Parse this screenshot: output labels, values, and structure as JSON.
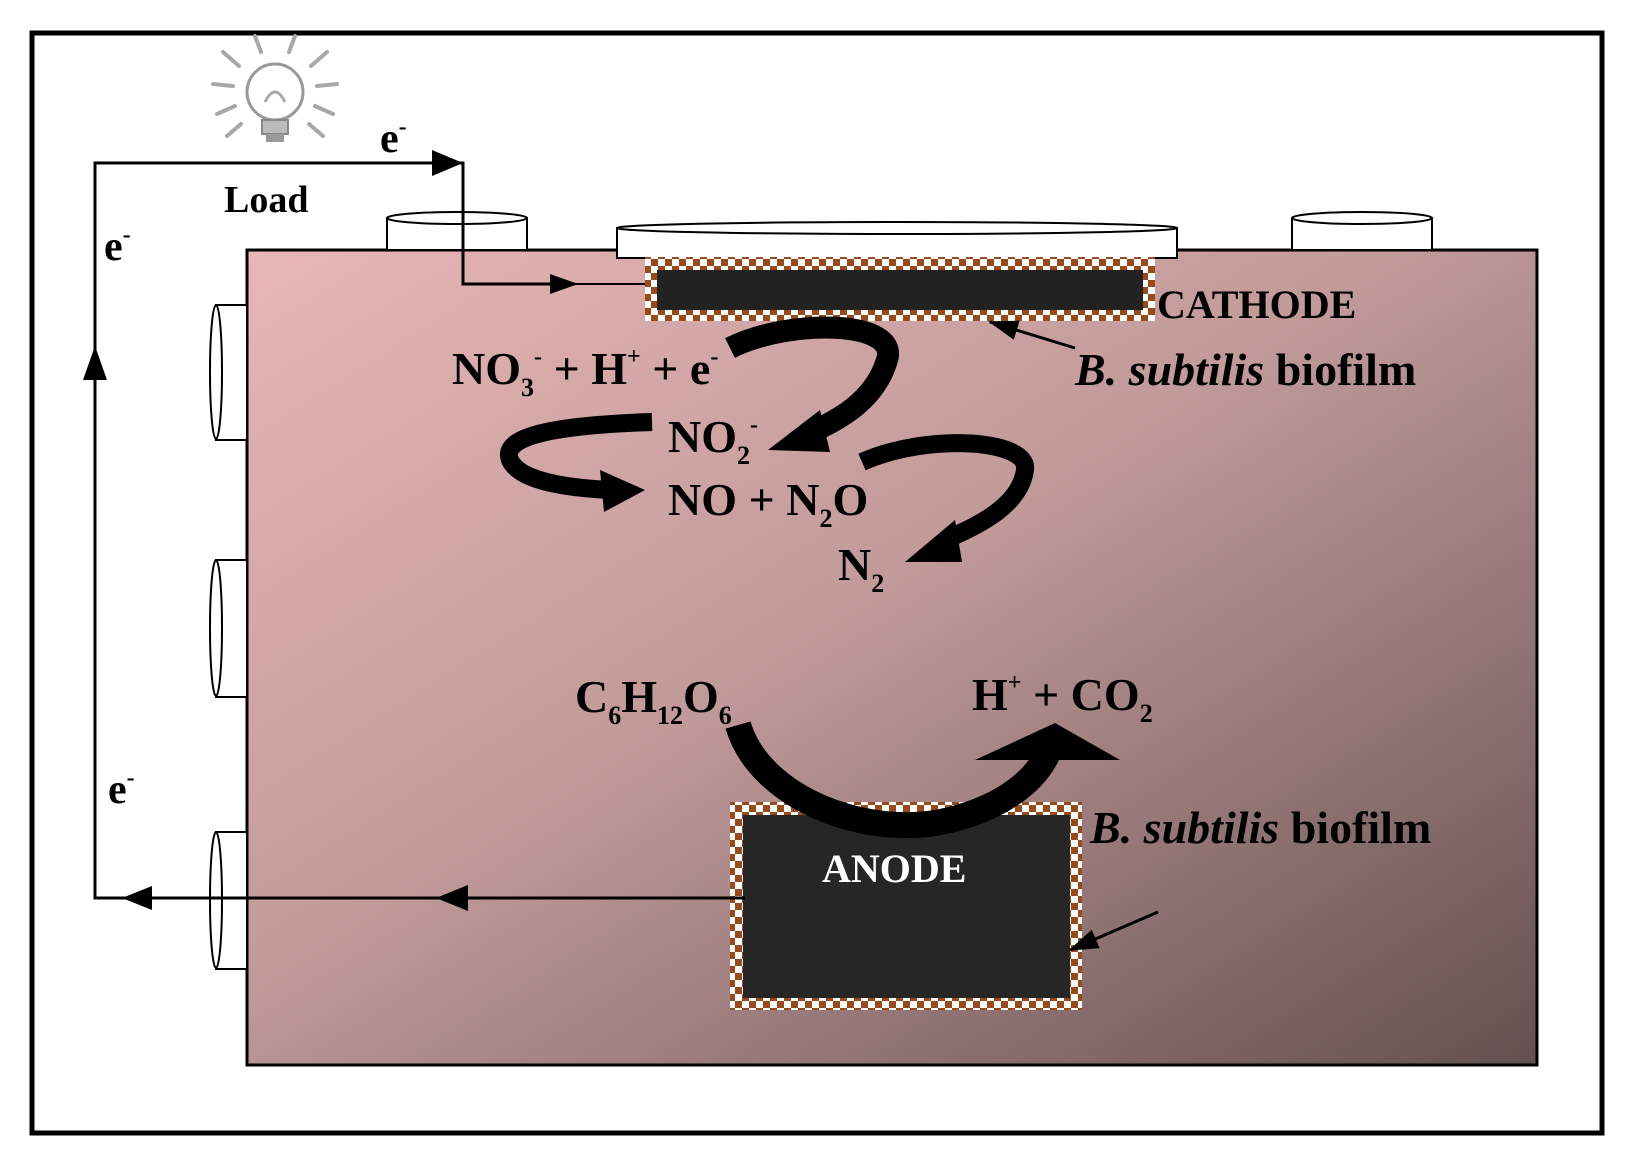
{
  "labels": {
    "load": "Load",
    "electron_base": "e",
    "electron_sup": "-",
    "cathode": "CATHODE",
    "anode": "ANODE",
    "biofilm_species": "B. subtilis",
    "biofilm_word": "biofilm"
  },
  "cathode_reactions": {
    "r1_no": "NO",
    "r1_3": "3",
    "r1_minus": "-",
    "r1_plus": " + H",
    "r1_hplus": "+",
    "r1_e": " + e",
    "r1_eminus": "-",
    "r2_no": "NO",
    "r2_2": "2",
    "r2_minus": "-",
    "r3_a": "NO + N",
    "r3_2": "2",
    "r3_o": "O",
    "r4_n": "N",
    "r4_2": "2"
  },
  "anode_reactions": {
    "c": "C",
    "c6": "6",
    "h": "H",
    "h12": "12",
    "o": "O",
    "o6": "6",
    "h_plus": "H",
    "h_plus_sup": "+",
    "co2": " + CO",
    "co2_sub": "2"
  },
  "colors": {
    "chamber_light": "#e8b8b8",
    "chamber_dark": "#6a5555",
    "electrode": "#222222",
    "biofilm_dots": "#8b4513"
  }
}
